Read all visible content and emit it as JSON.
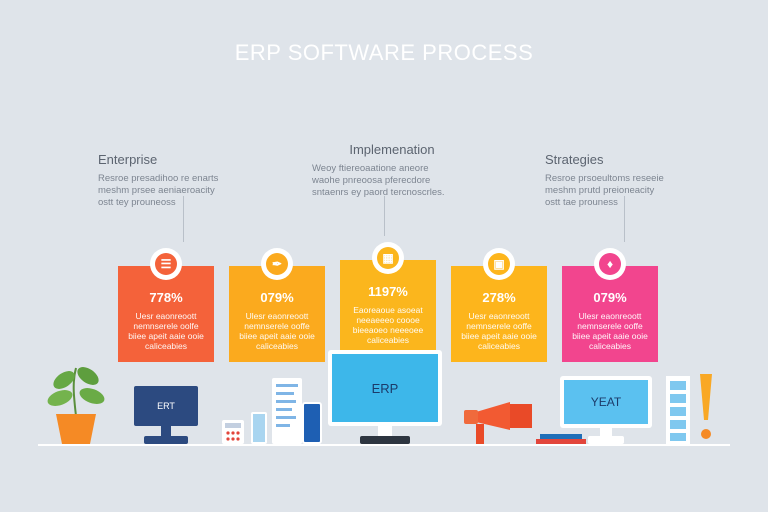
{
  "title": "ERP SOFTWARE PROCESS",
  "callouts": [
    {
      "heading": "Enterprise",
      "desc": "Resroe presadihoo re enarts\nmeshm prsee aeniaeroacity\nostt tey prouneoss"
    },
    {
      "heading": "Implemenation",
      "desc": "Weoy ftiereoaatione aneore\nwaohe pnreoosa pferecdore\nsntaenrs ey paord tercnoscrles."
    },
    {
      "heading": "Strategies",
      "desc": "Resroe prsoeultoms reseeie\nmeshm prutd preioneacity\nostt tae prouness"
    }
  ],
  "steps": [
    {
      "pct": "778%",
      "text": "Uesr eaonreoott\nnemnserele oolfe\nbiiee apeit aaie ooie\ncaliceabies",
      "color": "#f4623a",
      "icon": "stack-icon"
    },
    {
      "pct": "079%",
      "text": "Ulesr eaonreoott\nnemnserele ooffe\nbiiee apeit aaie ooie\ncaliceabies",
      "color": "#fbaa1e",
      "icon": "wrench-icon"
    },
    {
      "pct": "1197%",
      "text": "Eaoreaoue asoeat\nneeaeeeo coooe\nbieeaoeo neeeoee\ncaliceabies",
      "color": "#fbb61d",
      "icon": "calendar-icon"
    },
    {
      "pct": "278%",
      "text": "Uesr eaonreoott\nnemnserele ooffe\nbiiee apeit aaie ooie\ncaliceabies",
      "color": "#fdb51c",
      "icon": "box-icon"
    },
    {
      "pct": "079%",
      "text": "Ulesr eaonreoott\nnemnserele ooffe\nbiiee apeit aaie ooie\ncaliceabies",
      "color": "#f2458e",
      "icon": "tag-icon"
    }
  ],
  "devices": {
    "left_monitor": "ERT",
    "center_monitor": "ERP",
    "right_monitor": "YEAT"
  }
}
